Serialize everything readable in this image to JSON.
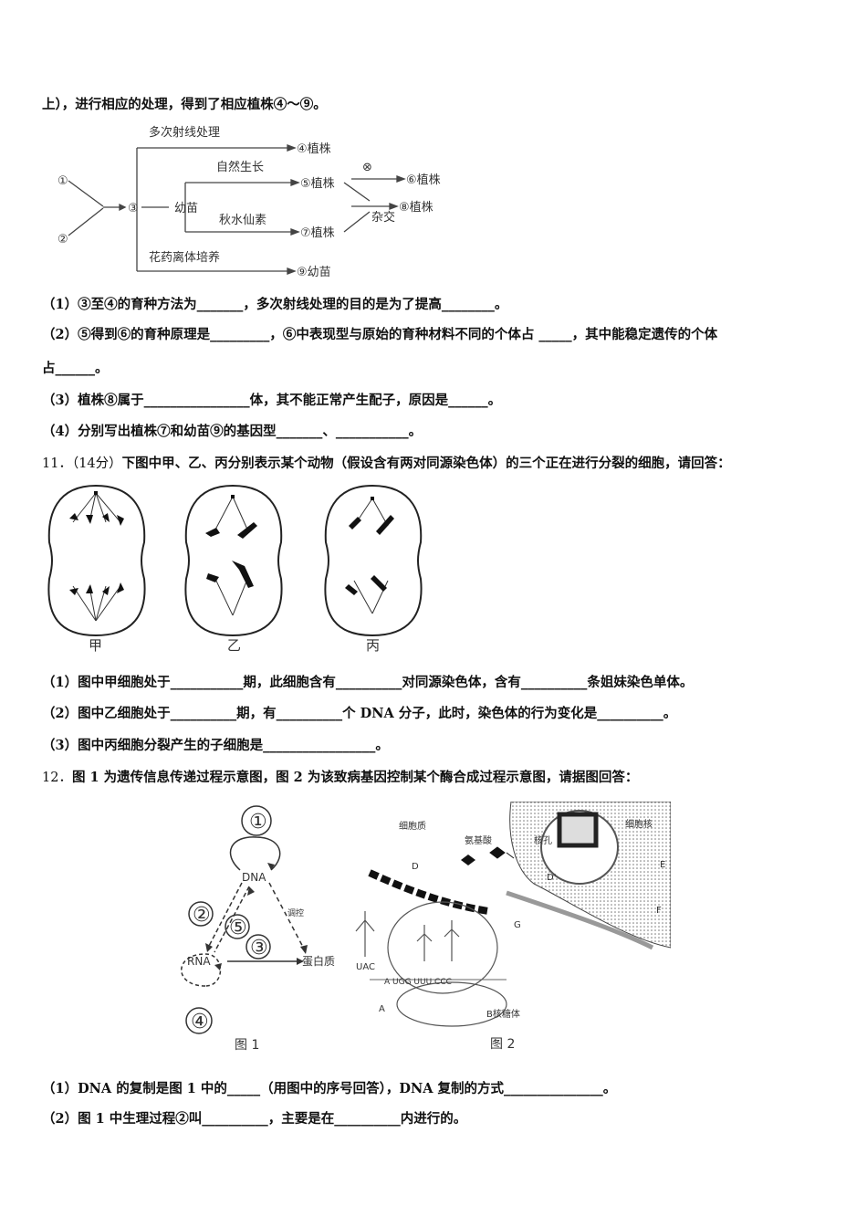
{
  "intro_line": "上），进行相应的处理，得到了相应植株④～⑨。",
  "breeding_diagram": {
    "node_1": "①",
    "node_2": "②",
    "node_3": "③",
    "seedling_label": "幼苗",
    "mutation_label": "多次射线处理",
    "natural_label": "自然生长",
    "colchicine_label": "秋水仙素",
    "anther_label": "花药离体培养",
    "self_symbol": "⊗",
    "cross_label": "杂交",
    "plant_4": "④植株",
    "plant_5": "⑤植株",
    "plant_6": "⑥植株",
    "plant_7": "⑦植株",
    "plant_8": "⑧植株",
    "seedling_9": "⑨幼苗"
  },
  "q10": {
    "s1": "（1）③至④的育种方法为_______，多次射线处理的目的是为了提高________。",
    "s2a": "（2）⑤得到⑥的育种原理是_________，⑥中表现型与原始的育种材料不同的个体占 _____，其中能稳定遗传的个体",
    "s2b": "占______。",
    "s3": "（3）植株⑧属于________________体，其不能正常产生配子，原因是______。",
    "s4": "（4）分别写出植株⑦和幼苗⑨的基因型_______、___________。"
  },
  "q11": {
    "number": "11．",
    "points": "（14分）",
    "stem": "下图中甲、乙、丙分别表示某个动物（假设含有两对同源染色体）的三个正在进行分裂的细胞，请回答：",
    "cell_labels": [
      "甲",
      "乙",
      "丙"
    ],
    "s1": "（1）图中甲细胞处于___________期，此细胞含有__________对同源染色体，含有__________条姐妹染色单体。",
    "s2": "（2）图中乙细胞处于__________期，有__________个 DNA 分子，此时，染色体的行为变化是__________。",
    "s3": "（3）图中丙细胞分裂产生的子细胞是_________________。"
  },
  "q12": {
    "number": "12．",
    "stem": "图 1 为遗传信息传递过程示意图，图 2 为该致病基因控制某个酶合成过程示意图，请据图回答：",
    "fig1": {
      "n1": "①",
      "n2": "②",
      "n3": "③",
      "n4": "④",
      "n5": "⑤",
      "dna": "DNA",
      "rna": "RNA",
      "protein": "蛋白质",
      "reverse": "调控",
      "caption": "图 1"
    },
    "fig2": {
      "cytoplasm": "细胞质",
      "amino_acid": "氨基酸",
      "nucleus": "细胞核",
      "nucleus_pore": "核孔",
      "d": "D",
      "d2": "D'",
      "e": "E",
      "f": "F",
      "g": "G",
      "anticodon": "UAC",
      "mrna_seq": "A UGG  UUU  CCC",
      "ribosome": "B核糖体",
      "a": "A",
      "caption": "图 2"
    },
    "s1": "（1）DNA 的复制是图 1 中的_____（用图中的序号回答），DNA 复制的方式_______________。",
    "s2": "（2）图 1 中生理过程②叫__________，主要是在__________内进行的。"
  }
}
